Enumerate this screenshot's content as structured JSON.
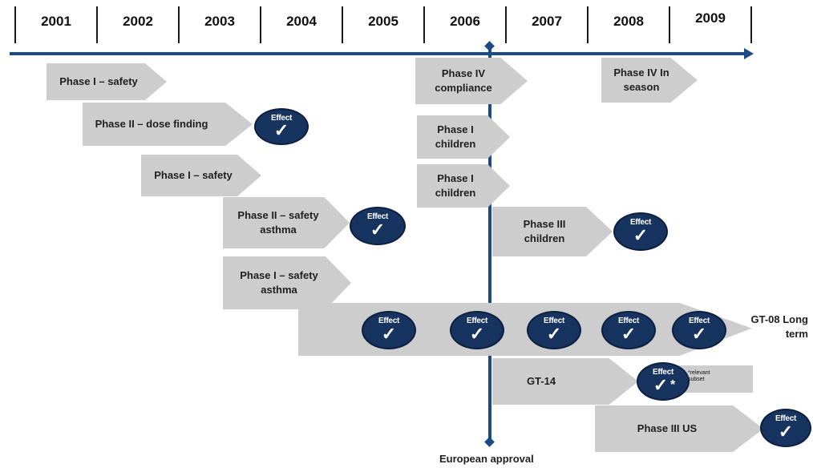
{
  "timeline": {
    "years": [
      "2001",
      "2002",
      "2003",
      "2004",
      "2005",
      "2006",
      "2007",
      "2008",
      "2009"
    ]
  },
  "arrows": {
    "a1": "Phase I – safety",
    "a2": "Phase II – dose finding",
    "a3": "Phase I – safety",
    "a4": "Phase II – safety asthma",
    "a5": "Phase I – safety asthma",
    "a6": "Phase IV compliance",
    "a7": "Phase I children",
    "a8": "Phase I children",
    "a9": "Phase III children",
    "a10": "Phase IV In season",
    "a11": "GT-14",
    "a12": "Phase III US"
  },
  "long_term_label": "GT-08 Long term",
  "badge": {
    "label": "Effect",
    "check": "✓",
    "star": "*"
  },
  "gt14_note": "*relevant subset",
  "approval_label": "European approval",
  "colors": {
    "navy": "#17335f",
    "axis": "#1b4a86",
    "arrow_gray": "#cdcdcd"
  }
}
